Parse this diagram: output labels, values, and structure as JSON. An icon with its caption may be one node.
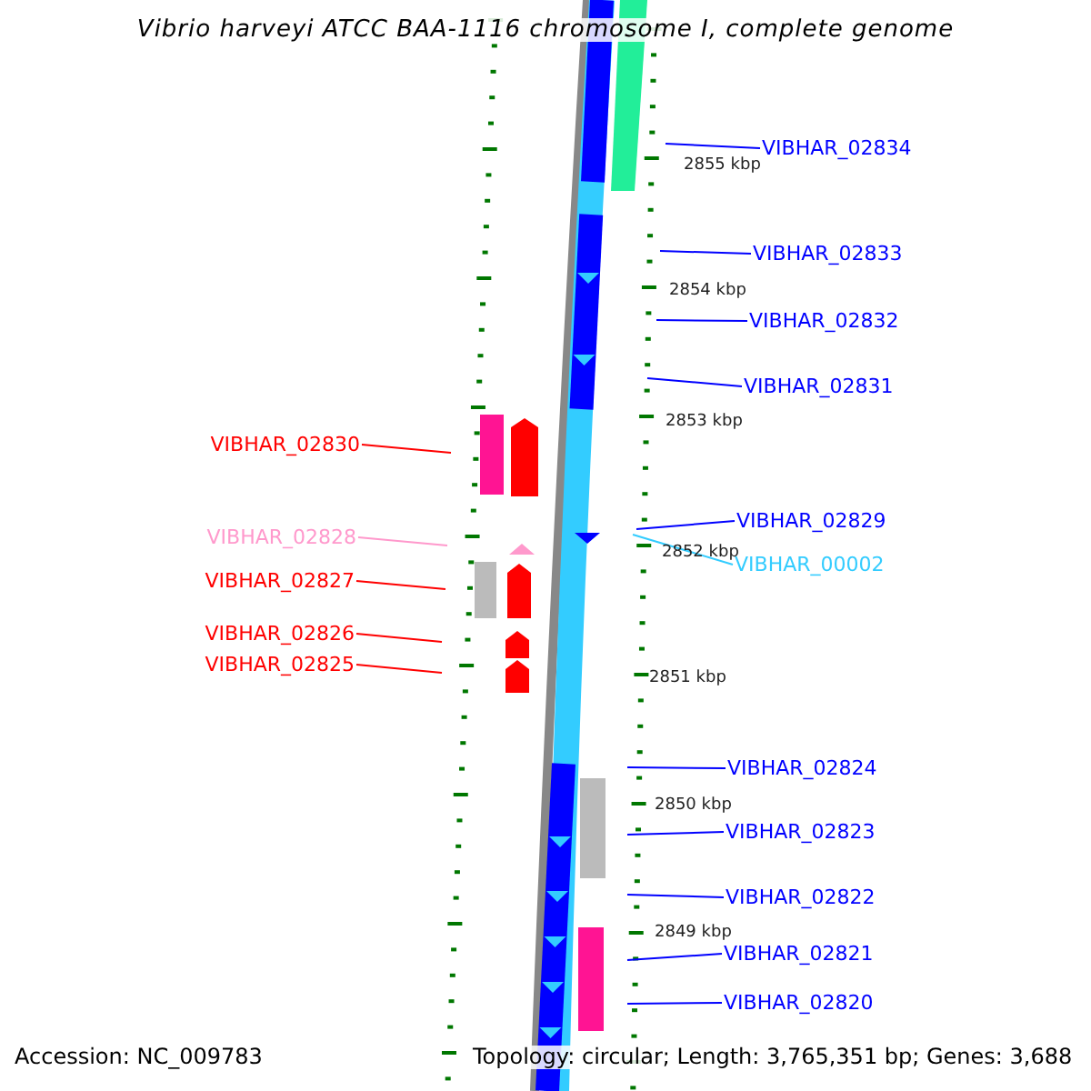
{
  "diagram": {
    "title": "Vibrio harveyi ATCC BAA-1116 chromosome I, complete genome",
    "nodes": [
      {
        "text": [
          "VIBHAR_02834"
        ]
      },
      {
        "text": [
          "VIBHAR_02833"
        ]
      },
      {
        "text": [
          "VIBHAR_02832"
        ]
      },
      {
        "text": [
          "VIBHAR_02831"
        ]
      },
      {
        "text": [
          "VIBHAR_02830"
        ]
      },
      {
        "text": [
          "VIBHAR_02829"
        ]
      },
      {
        "text": [
          "VIBHAR_02828"
        ]
      },
      {
        "text": [
          "VIBHAR_00002"
        ]
      },
      {
        "text": [
          "VIBHAR_02827"
        ]
      },
      {
        "text": [
          "VIBHAR_02826"
        ]
      },
      {
        "text": [
          "VIBHAR_02825"
        ]
      },
      {
        "text": [
          "VIBHAR_02824"
        ]
      },
      {
        "text": [
          "VIBHAR_02823"
        ]
      },
      {
        "text": [
          "VIBHAR_02822"
        ]
      },
      {
        "text": [
          "VIBHAR_02821"
        ]
      },
      {
        "text": [
          "VIBHAR_02820"
        ]
      }
    ],
    "edges": [
      {
        "from": 0,
        "to": null,
        "arrow": "none"
      },
      {
        "from": 1,
        "to": null,
        "arrow": "none"
      },
      {
        "from": 2,
        "to": null,
        "arrow": "none"
      },
      {
        "from": 3,
        "to": null,
        "arrow": "none"
      },
      {
        "from": 4,
        "to": null,
        "arrow": "none",
        "color": "#ff0000"
      },
      {
        "from": 5,
        "to": null,
        "arrow": "none"
      },
      {
        "from": 6,
        "to": null,
        "arrow": "none",
        "color": "#ff99cc"
      },
      {
        "from": 7,
        "to": null,
        "arrow": "none",
        "color": "#33ccff"
      },
      {
        "from": 8,
        "to": null,
        "arrow": "none",
        "color": "#ff0000"
      },
      {
        "from": 9,
        "to": null,
        "arrow": "none",
        "color": "#ff0000"
      },
      {
        "from": 10,
        "to": null,
        "arrow": "none",
        "color": "#ff0000"
      },
      {
        "from": 11,
        "to": null,
        "arrow": "none"
      },
      {
        "from": 12,
        "to": null,
        "arrow": "none"
      },
      {
        "from": 13,
        "to": null,
        "arrow": "none"
      },
      {
        "from": 14,
        "to": null,
        "arrow": "none"
      },
      {
        "from": 15,
        "to": null,
        "arrow": "none"
      }
    ],
    "labels": [
      "2855 kbp",
      "2854 kbp",
      "2853 kbp",
      "2852 kbp",
      "2851 kbp",
      "2850 kbp",
      "2849 kbp",
      "Accession: NC_009783",
      "Topology: circular; Length: 3,765,351 bp; Genes: 3,688"
    ]
  }
}
